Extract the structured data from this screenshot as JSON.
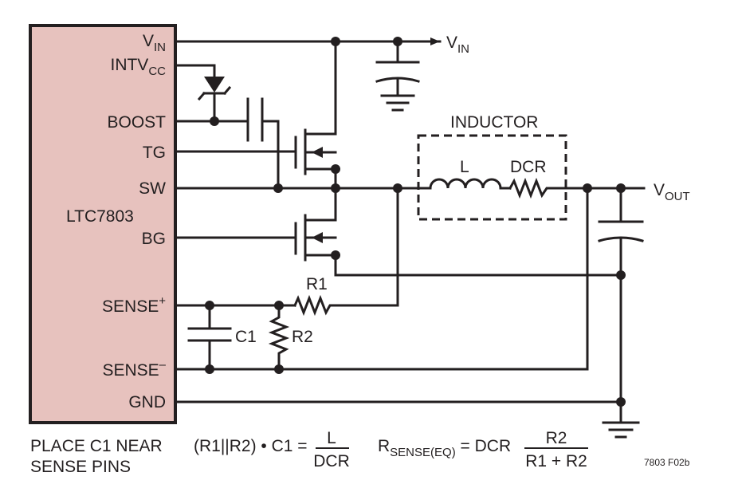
{
  "ic": {
    "name": "LTC7803",
    "fill": "#e7c2be",
    "pins": {
      "vin": {
        "main": "V",
        "sub": "IN"
      },
      "intvcc": {
        "main": "INTV",
        "sub": "CC"
      },
      "boost": "BOOST",
      "tg": "TG",
      "sw": "SW",
      "bg": "BG",
      "sense_plus": {
        "main": "SENSE",
        "sup": "+"
      },
      "sense_minus": {
        "main": "SENSE",
        "sup": "–"
      },
      "gnd": "GND"
    }
  },
  "nets": {
    "vin": {
      "main": "V",
      "sub": "IN"
    },
    "vout": {
      "main": "V",
      "sub": "OUT"
    }
  },
  "inductor": {
    "title": "INDUCTOR",
    "l": "L",
    "dcr": "DCR"
  },
  "components": {
    "r1": "R1",
    "r2": "R2",
    "c1": "C1"
  },
  "notes": {
    "place_line1": "PLACE C1 NEAR",
    "place_line2": "SENSE PINS",
    "eq1_left": "(R1||R2) • C1 =",
    "eq1_num": "L",
    "eq1_den": "DCR",
    "eq2_r": "R",
    "eq2_sub": "SENSE(EQ)",
    "eq2_mid": " = DCR",
    "eq2_num": "R2",
    "eq2_den": "R1 + R2",
    "figure_id": "7803 F02b"
  }
}
